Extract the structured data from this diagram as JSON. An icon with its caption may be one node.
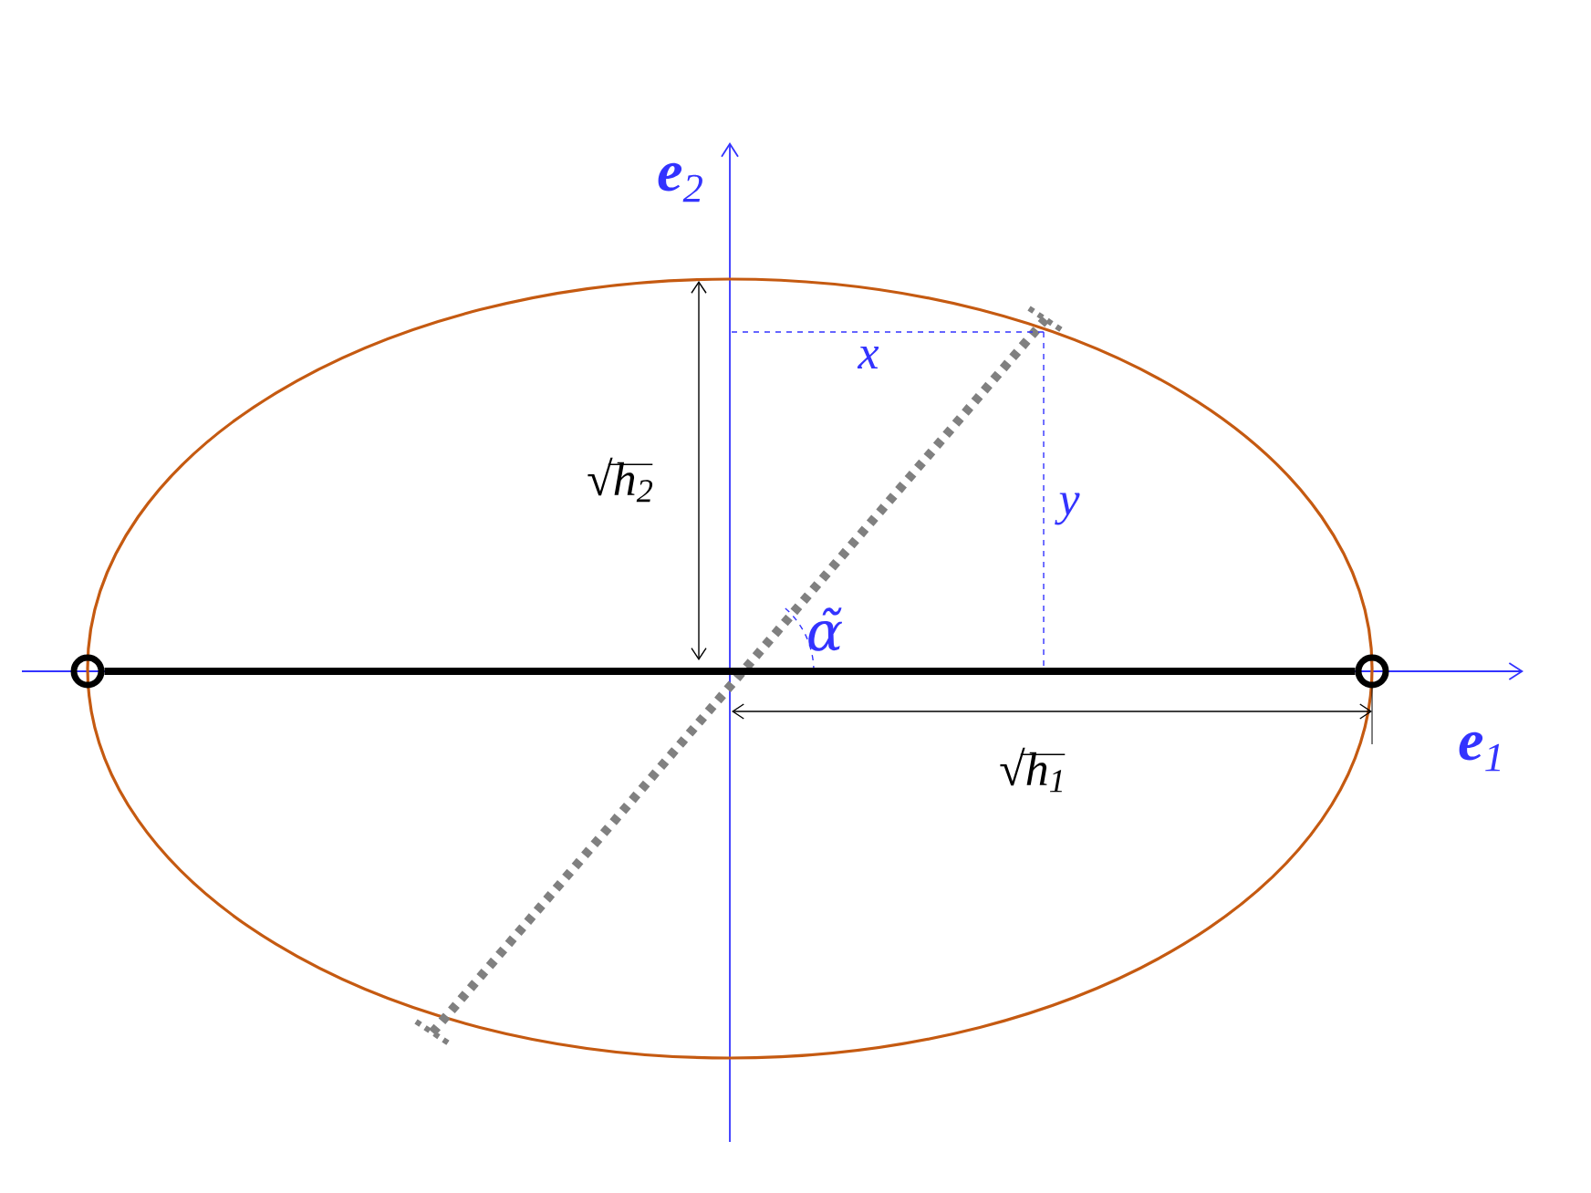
{
  "diagram": {
    "nodes": [
      {
        "text": [],
        "shape": "circle"
      },
      {
        "text": [],
        "shape": "circle"
      }
    ],
    "edges": [
      {
        "from": 0,
        "to": 1,
        "arrow": "none"
      }
    ],
    "labels": [
      "**e**$_{2}$",
      "x",
      "√h$_{2}$",
      "y",
      "α̃",
      "**e**$_{1}$",
      "√h$_{1}$"
    ]
  }
}
